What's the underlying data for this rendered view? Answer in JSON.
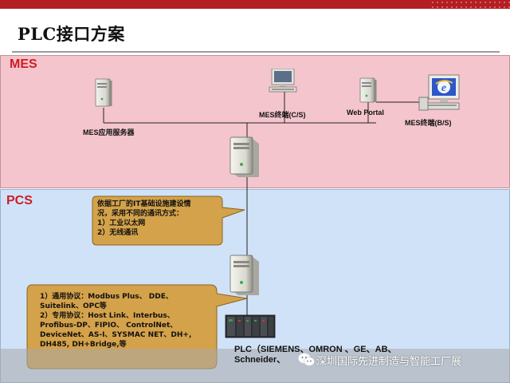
{
  "title": "PLC接口方案",
  "zones": {
    "mes": "MES",
    "pcs": "PCS"
  },
  "nodes": {
    "mes_app_server": "MES应用服务器",
    "mes_cs_terminal": "MES终端(C/S)",
    "web_portal": "Web Portal",
    "mes_bs_terminal": "MES终端(B/S)"
  },
  "callout_it": {
    "lines": [
      "依据工厂的IT基础设施建设情",
      "况，采用不同的通讯方式：",
      "1）工业以太网",
      "2）无线通讯"
    ]
  },
  "callout_protocols": {
    "lines": [
      "1）通用协议：Modbus Plus、 DDE、",
      "Suitelink、OPC等",
      "2）专用协议：Host Link、Interbus、",
      "Profibus-DP、FIPIO、 ControlNet、",
      "DeviceNet、AS-I、SYSMAC NET、DH+,",
      "DH485, DH+Bridge,等"
    ]
  },
  "plc_label": {
    "lines": [
      "PLC（SIEMENS、OMRON 、GE、AB、",
      "Schneider、"
    ]
  },
  "watermark": "深圳国际先进制造与智能工厂展",
  "colors": {
    "accent": "#b21e24",
    "mes_zone": "#f4c5cc",
    "pcs_zone": "#cfe2f8",
    "callout_fill": "#d4a24a",
    "zone_label": "#d01c24"
  },
  "icons": [
    "server-icon",
    "desktop-computer-icon",
    "web-browser-computer-icon",
    "plc-rack-icon",
    "wechat-icon"
  ]
}
